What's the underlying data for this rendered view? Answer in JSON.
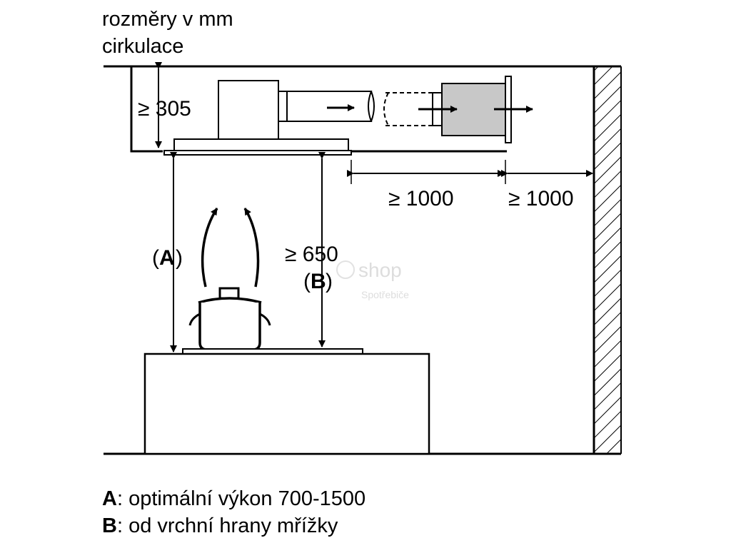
{
  "header": {
    "line1": "rozměry v mm",
    "line2": "cirkulace"
  },
  "dimensions": {
    "height_min": "≥ 305",
    "distance_left": "≥ 1000",
    "distance_right": "≥ 1000",
    "hob_distance": "≥ 650",
    "label_a": "A",
    "label_b": "B"
  },
  "watermark": {
    "main": "shop",
    "sub": "Spotřebiče"
  },
  "legend": {
    "a_key": "A",
    "a_text": ": optimální výkon 700-1500",
    "b_key": "B",
    "b_text": ": od vrchní hrany mřížky"
  }
}
